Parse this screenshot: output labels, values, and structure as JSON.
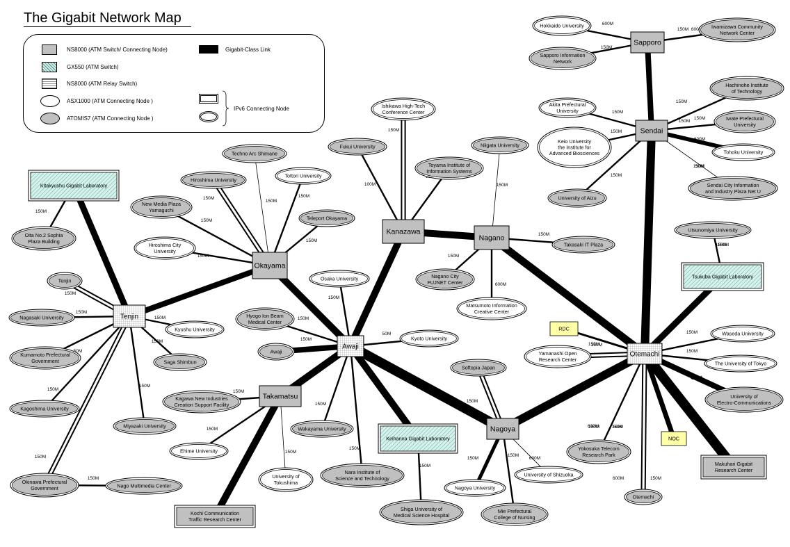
{
  "title": "The Gigabit Network Map",
  "legend": {
    "ns8000": "NS8000 (ATM Switch/ Connecting Node)",
    "gx550": "GX550 (ATM Switch)",
    "ns8000_relay": "NS8000 (ATM Relay Switch)",
    "asx1000": "ASX1000 (ATM Connecting Node )",
    "atomis7": "ATOMIS7 (ATM Connecting Node )",
    "gigabit_link": "Gigabit-Class Link",
    "ipv6": "IPv6 Connecting Node"
  },
  "colors": {
    "switch": "#c0c0c0",
    "gx550": "#cdeee8",
    "node_gray": "#c0c0c0",
    "node_white": "#ffffff",
    "noc": "#ffffa8"
  },
  "nodes": [
    {
      "id": "sapporo",
      "label": "Sapporo",
      "type": "switch"
    },
    {
      "id": "sendai",
      "label": "Sendai",
      "type": "switch"
    },
    {
      "id": "kanazawa",
      "label": "Kanazawa",
      "type": "switch"
    },
    {
      "id": "nagano",
      "label": "Nagano",
      "type": "switch"
    },
    {
      "id": "okayama",
      "label": "Okayama",
      "type": "switch"
    },
    {
      "id": "takamatsu",
      "label": "Takamatsu",
      "type": "switch"
    },
    {
      "id": "nagoya",
      "label": "Nagoya",
      "type": "switch"
    },
    {
      "id": "tenjin",
      "label": "Tenjin",
      "type": "relay"
    },
    {
      "id": "awaji",
      "label": "Awaji",
      "type": "relay"
    },
    {
      "id": "otemachi",
      "label": "Otemachi",
      "type": "relay"
    },
    {
      "id": "kitakyushu",
      "label": "Kitakyushu Gigabit Laboratory",
      "type": "gx"
    },
    {
      "id": "tsukuba",
      "label": "Tsukuba Gigabit Laboratory",
      "type": "gx"
    },
    {
      "id": "keihanna",
      "label": "Keihanna Gigabit Laboratory",
      "type": "gx"
    },
    {
      "id": "makuhari",
      "label": "Makuhari Gigabit\nResearch Center",
      "type": "box"
    },
    {
      "id": "kochi",
      "label": "Kochi Communication\nTraffic Research Center",
      "type": "box"
    },
    {
      "id": "rdc",
      "label": "RDC",
      "type": "yellow"
    },
    {
      "id": "noc",
      "label": "NOC",
      "type": "yellow"
    },
    {
      "id": "hokkaido",
      "label": "Hokkaido University",
      "type": "white"
    },
    {
      "id": "sapporo_info",
      "label": "Sapporo Information\nNetwork",
      "type": "gray"
    },
    {
      "id": "iwamizawa",
      "label": "Iwamizawa Community\nNetwork Center",
      "type": "gray"
    },
    {
      "id": "hachinohe",
      "label": "Hachinohe Institute\nof Technology",
      "type": "gray"
    },
    {
      "id": "akita",
      "label": "Akita Prefectural\nUniversity",
      "type": "white"
    },
    {
      "id": "iwate",
      "label": "Iwate Prefectural\nUniversity",
      "type": "gray"
    },
    {
      "id": "keio",
      "label": "Keio University\nthe Institute for\nAdvanced Biosciences",
      "type": "white"
    },
    {
      "id": "tohoku",
      "label": "Tohoku University",
      "type": "white"
    },
    {
      "id": "sendai_city",
      "label": "Sendai City Information\nand Industry Plaza Net U",
      "type": "gray"
    },
    {
      "id": "aizu",
      "label": "University of Aizu",
      "type": "gray"
    },
    {
      "id": "utsunomiya",
      "label": "Utsunomiya University",
      "type": "gray"
    },
    {
      "id": "waseda",
      "label": "Waseda University",
      "type": "white"
    },
    {
      "id": "tokyo",
      "label": "The University of Tokyo",
      "type": "white"
    },
    {
      "id": "uec",
      "label": "University of\nElectro-Communications",
      "type": "gray"
    },
    {
      "id": "yokosuka",
      "label": "Yokosuka Telecom\nResearch Park",
      "type": "gray"
    },
    {
      "id": "otemachi_n",
      "label": "Otemachi",
      "type": "gray"
    },
    {
      "id": "yamanashi",
      "label": "Yamanashi Open\nResearch  Center",
      "type": "white"
    },
    {
      "id": "takasaki",
      "label": "Takasaki IT Plaza",
      "type": "gray"
    },
    {
      "id": "matsumoto",
      "label": "Matsumoto Information\nCreative Center",
      "type": "white"
    },
    {
      "id": "nagano_city",
      "label": "Nagano City\nFUJNET Center",
      "type": "gray"
    },
    {
      "id": "niigata",
      "label": "Niigata University",
      "type": "gray"
    },
    {
      "id": "toyama",
      "label": "Toyama Institute of\nInformation Systems",
      "type": "gray"
    },
    {
      "id": "fukui",
      "label": "Fukui University",
      "type": "gray"
    },
    {
      "id": "ishikawa",
      "label": "Ishikawa High-Tech\nConference Center",
      "type": "white"
    },
    {
      "id": "techno",
      "label": "Techno Arc Shimane",
      "type": "gray"
    },
    {
      "id": "tottori",
      "label": "Tottori University",
      "type": "white"
    },
    {
      "id": "hiroshima",
      "label": "Hiroshima University",
      "type": "gray"
    },
    {
      "id": "newmedia",
      "label": "New Media Plaza\nYamaguchi",
      "type": "gray"
    },
    {
      "id": "teleport",
      "label": "Teleport Okayama",
      "type": "gray"
    },
    {
      "id": "hiroshima_city",
      "label": "Hiroshima City\nUniversity",
      "type": "white"
    },
    {
      "id": "oita",
      "label": "Oita No.2 Sophia\nPlaza Building",
      "type": "gray"
    },
    {
      "id": "tenjin_n",
      "label": "Tenjin",
      "type": "gray"
    },
    {
      "id": "nagasaki",
      "label": "Nagasaki University",
      "type": "gray"
    },
    {
      "id": "kyushu",
      "label": "Kyushu University",
      "type": "white"
    },
    {
      "id": "kumamoto",
      "label": "Kumamoto Prefectural\nGovernment",
      "type": "gray"
    },
    {
      "id": "saga",
      "label": "Saga Shimbun",
      "type": "gray"
    },
    {
      "id": "kagoshima",
      "label": "Kagoshima University",
      "type": "gray"
    },
    {
      "id": "miyazaki",
      "label": "Miyazaki University",
      "type": "gray"
    },
    {
      "id": "okinawa",
      "label": "Okinawa Prefectural\nGovernment",
      "type": "gray"
    },
    {
      "id": "nago",
      "label": "Nago Multimedia Center",
      "type": "gray"
    },
    {
      "id": "osaka",
      "label": "Osaka University",
      "type": "white"
    },
    {
      "id": "hyogo",
      "label": "Hyogo Ion Beam\nMedical Center",
      "type": "gray"
    },
    {
      "id": "awaji_n",
      "label": "Awaji",
      "type": "gray"
    },
    {
      "id": "kyoto",
      "label": "Kyoto University",
      "type": "white"
    },
    {
      "id": "kagawa",
      "label": "Kagawa New Industries\nCreation Support Facility",
      "type": "gray"
    },
    {
      "id": "ehime",
      "label": "Ehime University",
      "type": "white"
    },
    {
      "id": "tokushima",
      "label": "University of\nTokushima",
      "type": "white"
    },
    {
      "id": "wakayama",
      "label": "Wakayama University",
      "type": "gray"
    },
    {
      "id": "nara",
      "label": "Nara Institute of\nScience and Technology",
      "type": "gray"
    },
    {
      "id": "shiga",
      "label": "Shiga University of\nMedical Science Hospital",
      "type": "gray"
    },
    {
      "id": "softopia",
      "label": "Softopia Japan",
      "type": "gray"
    },
    {
      "id": "nagoya_u",
      "label": "Nagoya University",
      "type": "white"
    },
    {
      "id": "shizuoka",
      "label": "University of Shizuoka",
      "type": "white"
    },
    {
      "id": "mie",
      "label": "Mie Prefectural\nCollege of Nursing",
      "type": "gray"
    }
  ],
  "link_labels": [
    "600M",
    "150M",
    "150M",
    "150M",
    "150M",
    "150M",
    "600M",
    "50M",
    "150M",
    "150M",
    "150M",
    "150M",
    "150M",
    "150M",
    "150M",
    "150M",
    "150M",
    "150M",
    "600M",
    "150M",
    "150M",
    "150M",
    "150M",
    "50M",
    "150M",
    "100M",
    "150M",
    "150M",
    "150M",
    "50M",
    "150M",
    "150M",
    "150M",
    "150M",
    "150M",
    "150M",
    "150M",
    "150M",
    "150M",
    "150M",
    "150M",
    "150M",
    "150M",
    "50M",
    "150M",
    "150M",
    "150M",
    "150M",
    "150M",
    "150M",
    "150M",
    "150M",
    "150M",
    "150M",
    "600M",
    "150M",
    "600M",
    "150M",
    "150M",
    "150M",
    "150M",
    "150M",
    "600M",
    "600M",
    "150M",
    "150M",
    "150M",
    "150M",
    "50M",
    "150M",
    "150M",
    "150M",
    "150M",
    "150M",
    "50M",
    "150M×2",
    "600M"
  ]
}
